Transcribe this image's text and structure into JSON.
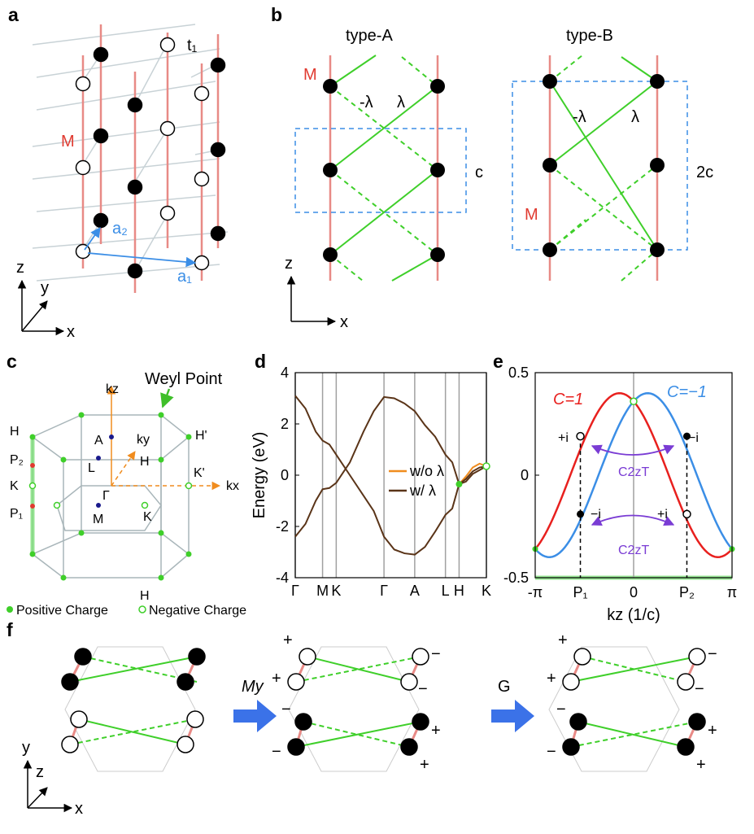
{
  "panels": {
    "a": {
      "label": "a",
      "t1": "t₁",
      "m": "M",
      "a1": "a₁",
      "a2": "a₂",
      "ax_z": "z",
      "ax_y": "y",
      "ax_x": "x"
    },
    "b": {
      "label": "b",
      "typeA": "type-A",
      "typeB": "type-B",
      "m_a": "M",
      "m_b": "M",
      "neg_lambda_a": "-λ",
      "lambda_a": "λ",
      "neg_lambda_b": "-λ",
      "lambda_b": "λ",
      "c": "c",
      "two_c": "2c",
      "ax_z": "z",
      "ax_x": "x"
    },
    "c": {
      "label": "c",
      "weyl_point": "Weyl Point",
      "kz": "kz",
      "ky": "ky",
      "kx": "kx",
      "H_left": "H",
      "P2": "P₂",
      "K_left": "K",
      "P1": "P₁",
      "A": "A",
      "L": "L",
      "H_inner": "H",
      "Gamma": "Γ",
      "M": "M",
      "K_inner": "K",
      "H_prime": "H'",
      "K_prime": "K'",
      "H_bottom": "H",
      "positive_charge": "Positive Charge",
      "negative_charge": "Negative Charge"
    },
    "d": {
      "label": "d",
      "legend_wo": "w/o λ",
      "legend_w": "w/ λ"
    },
    "e": {
      "label": "e",
      "C_pos": "C=1",
      "C_neg": "C=−1",
      "plus_i_top": "+i",
      "minus_i_top": "−i",
      "minus_i_bot": "−i",
      "plus_i_bot": "+i",
      "c2zt_top": "C2zT",
      "c2zt_bot": "C2zT"
    },
    "f": {
      "label": "f",
      "op_my": "My",
      "op_g": "G",
      "ax_y": "y",
      "ax_z": "z",
      "ax_x": "x",
      "signs_mid": [
        "+",
        "+",
        "−",
        "−",
        "−",
        "−",
        "+",
        "+"
      ],
      "signs_right": [
        "+",
        "+",
        "−",
        "−",
        "−",
        "−",
        "+",
        "+"
      ]
    }
  },
  "chart_data": [
    {
      "type": "line",
      "panel": "d",
      "ylabel": "Energy (eV)",
      "ylim": [
        -4,
        4
      ],
      "yticks": [
        "4",
        "2",
        "0",
        "-2",
        "-4"
      ],
      "x_labels": [
        "Γ",
        "M",
        "K",
        "Γ",
        "A",
        "L",
        "H",
        "K"
      ],
      "x_ticks": [
        0,
        0.8,
        1.2,
        2.6,
        3.5,
        4.4,
        4.8,
        5.6
      ],
      "series": [
        {
          "name": "w/o λ",
          "color": "#f08c1e",
          "x": [
            4.8,
            5.0,
            5.2,
            5.4,
            5.6
          ],
          "y": [
            -0.35,
            -0.05,
            0.3,
            0.45,
            0.35
          ]
        },
        {
          "name": "w/ λ",
          "color": "#5a3418",
          "x": [
            0,
            0.3,
            0.6,
            0.8,
            1.0,
            1.2,
            1.6,
            2.0,
            2.3,
            2.6,
            2.9,
            3.2,
            3.5,
            3.8,
            4.1,
            4.4,
            4.6,
            4.8,
            5.0,
            5.2,
            5.4,
            5.6
          ],
          "y": [
            3.1,
            2.6,
            1.7,
            1.35,
            1.2,
            0.8,
            0.0,
            -0.8,
            -1.4,
            -2.4,
            -2.9,
            -3.05,
            -3.1,
            -2.8,
            -2.2,
            -1.55,
            -1.3,
            -0.35,
            -0.15,
            0.15,
            0.3,
            0.35
          ]
        },
        {
          "name": "",
          "color": "#5a3418",
          "x": [
            0,
            0.3,
            0.6,
            0.8,
            1.0,
            1.2,
            1.6,
            2.0,
            2.3,
            2.6,
            2.9,
            3.2,
            3.5,
            3.8,
            4.1,
            4.4,
            4.6,
            4.8,
            5.0,
            5.2,
            5.4,
            5.6
          ],
          "y": [
            -2.4,
            -1.9,
            -1.0,
            -0.55,
            -0.5,
            -0.3,
            0.5,
            1.7,
            2.5,
            3.05,
            3.0,
            2.8,
            2.5,
            1.95,
            1.5,
            0.8,
            0.5,
            -0.35,
            -0.25,
            0.05,
            0.2,
            0.35
          ]
        }
      ]
    },
    {
      "type": "line",
      "panel": "e",
      "xlabel": "kz (1/c)",
      "xlim": [
        -3.14159,
        3.14159
      ],
      "ylim": [
        -0.5,
        0.5
      ],
      "yticks": [
        "0.5",
        "0",
        "-0.5"
      ],
      "xticks": [
        "-π",
        "P₁",
        "0",
        "P₂",
        "π"
      ],
      "xtick_values": [
        -3.14159,
        -1.7,
        0,
        1.7,
        3.14159
      ],
      "series": [
        {
          "name": "C=1",
          "color": "#e8201e",
          "amp": 0.4,
          "shift": -0.45
        },
        {
          "name": "C=−1",
          "color": "#3b8ee6",
          "amp": 0.4,
          "shift": 0.45
        }
      ]
    }
  ]
}
